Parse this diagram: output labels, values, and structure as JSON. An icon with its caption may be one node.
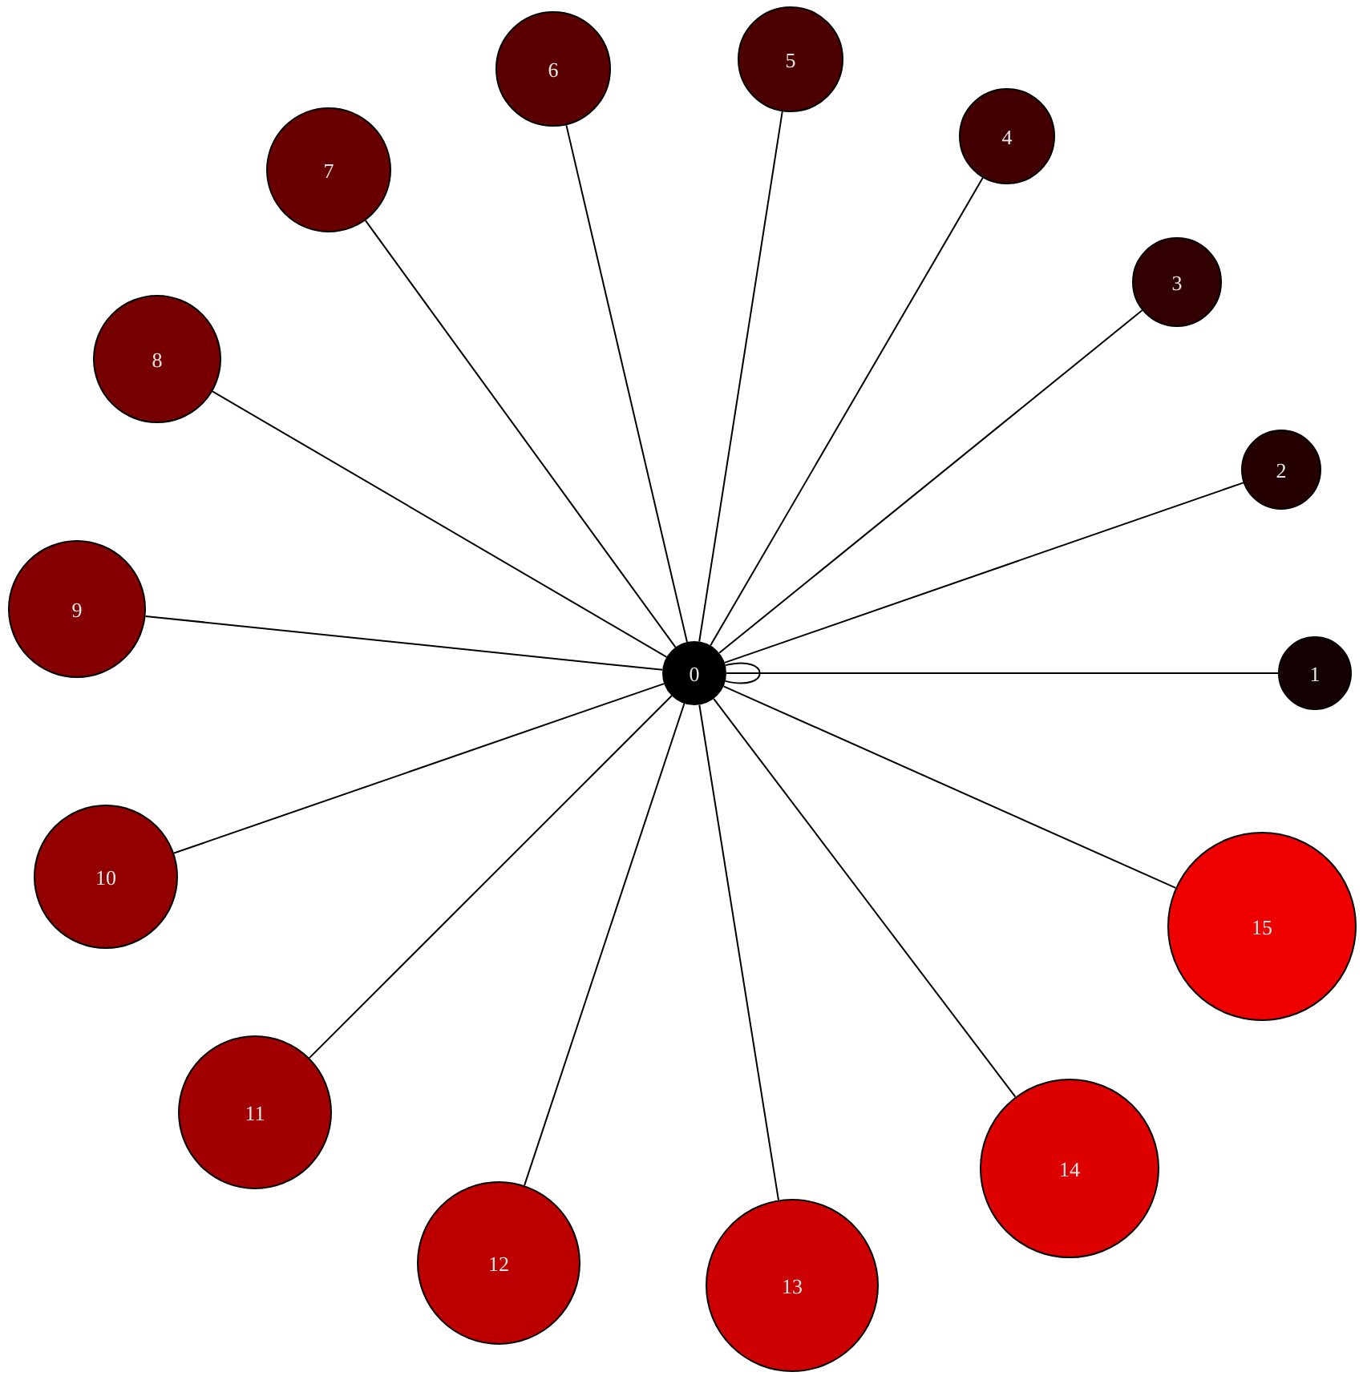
{
  "diagram": {
    "nodes": [
      {
        "text": [
          "0"
        ]
      },
      {
        "text": [
          "1"
        ]
      },
      {
        "text": [
          "2"
        ]
      },
      {
        "text": [
          "3"
        ]
      },
      {
        "text": [
          "4"
        ]
      },
      {
        "text": [
          "5"
        ]
      },
      {
        "text": [
          "6"
        ]
      },
      {
        "text": [
          "7"
        ]
      },
      {
        "text": [
          "8"
        ]
      },
      {
        "text": [
          "9"
        ]
      },
      {
        "text": [
          "10"
        ]
      },
      {
        "text": [
          "11"
        ]
      },
      {
        "text": [
          "12"
        ]
      },
      {
        "text": [
          "13"
        ]
      },
      {
        "text": [
          "14"
        ]
      },
      {
        "text": [
          "15"
        ]
      }
    ],
    "edges": [
      {
        "from": 0,
        "to": 0,
        "arrow": "none"
      },
      {
        "from": 0,
        "to": 1,
        "arrow": "none"
      },
      {
        "from": 0,
        "to": 2,
        "arrow": "none"
      },
      {
        "from": 0,
        "to": 3,
        "arrow": "none"
      },
      {
        "from": 0,
        "to": 4,
        "arrow": "none"
      },
      {
        "from": 0,
        "to": 5,
        "arrow": "none"
      },
      {
        "from": 0,
        "to": 6,
        "arrow": "none"
      },
      {
        "from": 0,
        "to": 7,
        "arrow": "none"
      },
      {
        "from": 0,
        "to": 8,
        "arrow": "none"
      },
      {
        "from": 0,
        "to": 9,
        "arrow": "none"
      },
      {
        "from": 0,
        "to": 10,
        "arrow": "none"
      },
      {
        "from": 0,
        "to": 11,
        "arrow": "none"
      },
      {
        "from": 0,
        "to": 12,
        "arrow": "none"
      },
      {
        "from": 0,
        "to": 13,
        "arrow": "none"
      },
      {
        "from": 0,
        "to": 14,
        "arrow": "none"
      },
      {
        "from": 0,
        "to": 15,
        "arrow": "none"
      }
    ]
  }
}
